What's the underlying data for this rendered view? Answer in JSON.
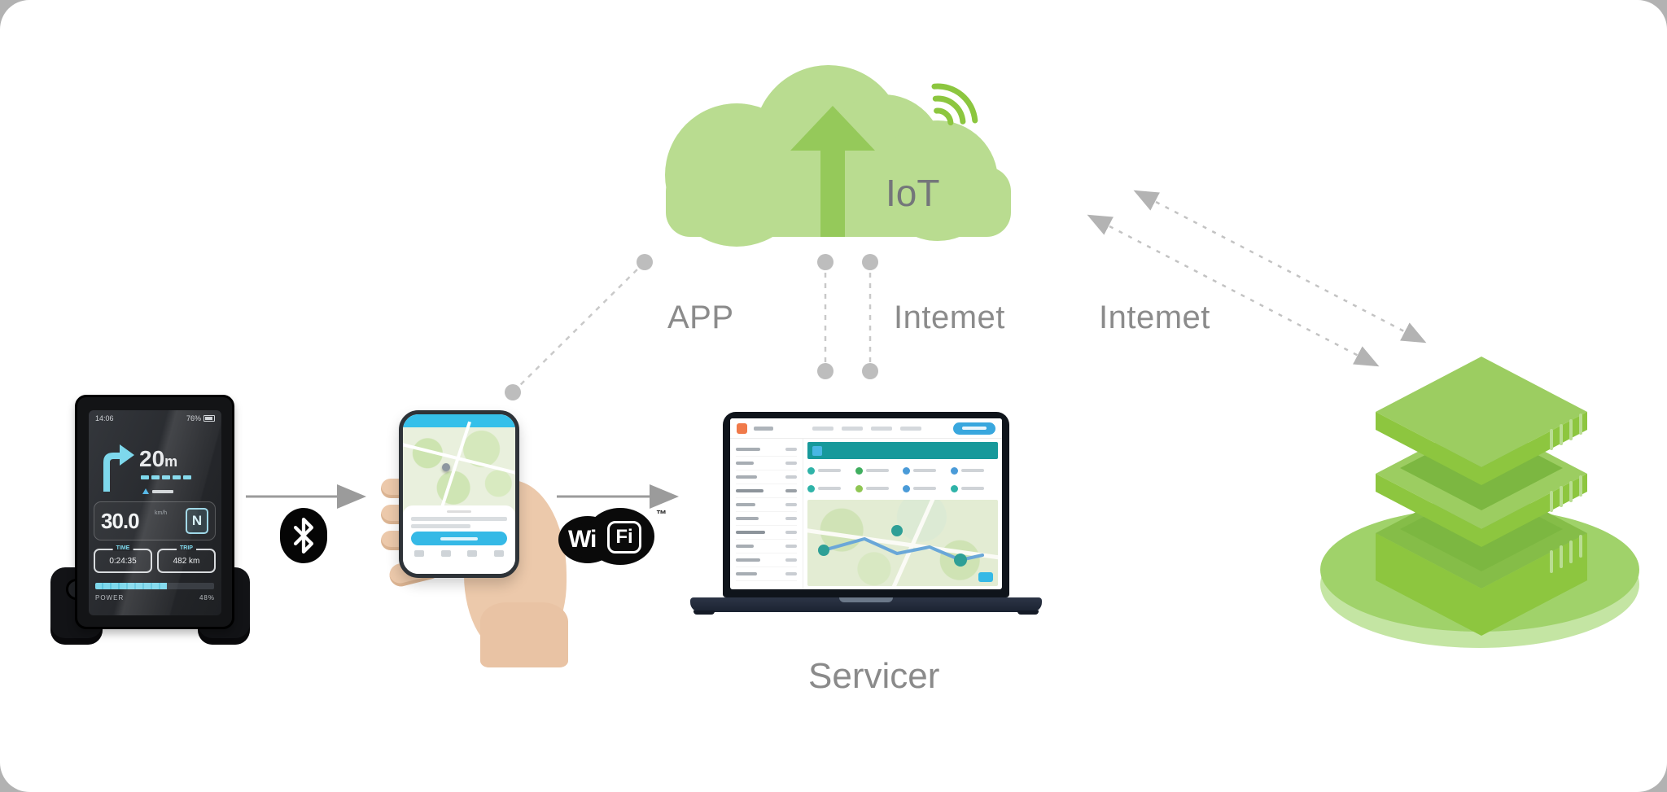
{
  "diagram": {
    "cloud": {
      "label": "IoT"
    },
    "connections": {
      "app_label": "APP",
      "internet1_label": "Intemet",
      "internet2_label": "Intemet"
    },
    "server_caption": "Servicer",
    "wifi_logo": {
      "wi": "Wi",
      "fi": "Fi",
      "tm": "™"
    },
    "bike_display": {
      "time": "14:06",
      "battery": "76%",
      "turn_distance_value": "20",
      "turn_distance_unit": "m",
      "speed": "30.0",
      "speed_unit": "km/h",
      "gear": "N",
      "time_box_label": "TIME",
      "time_box_value": "0:24:35",
      "trip_box_label": "TRIP",
      "trip_box_value": "482 km",
      "power_label": "POWER",
      "power_percent": "48%"
    },
    "colors": {
      "cloud_green": "#b9dc90",
      "arrow_green": "#95c95a",
      "bright_green": "#8dc63f",
      "label_gray": "#8b8b8b",
      "teal": "#17999b",
      "cyan": "#35b9e6"
    }
  }
}
